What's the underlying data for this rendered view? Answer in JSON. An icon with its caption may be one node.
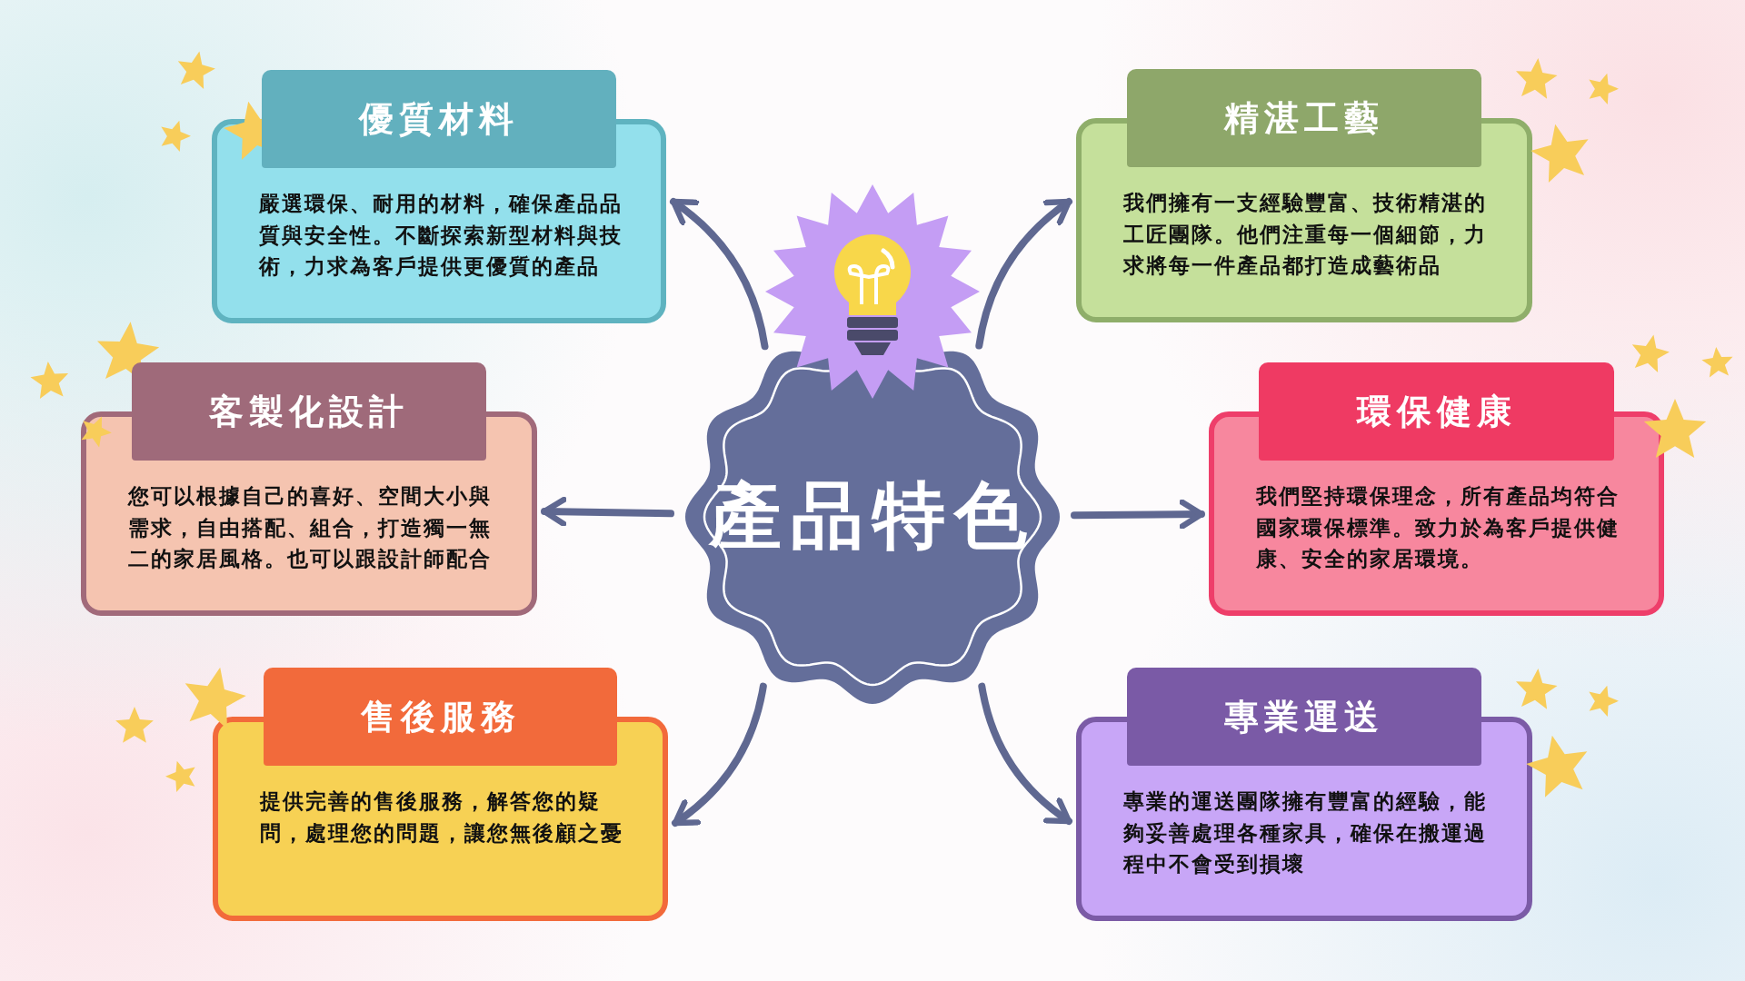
{
  "diagram": {
    "nodes": [
      {
        "text": [
          "產品特色"
        ]
      },
      {
        "text": [
          "優質材料",
          "嚴選環保、耐用的材料，確保產品品質與安全性。不斷探索新型材料與技術，力求為客戶提供更優質的產品"
        ]
      },
      {
        "text": [
          "精湛工藝",
          "我們擁有一支經驗豐富、技術精湛的工匠團隊。他們注重每一個細節，力求將每一件產品都打造成藝術品"
        ]
      },
      {
        "text": [
          "客製化設計",
          "您可以根據自己的喜好、空間大小與需求，自由搭配、組合，打造獨一無二的家居風格。也可以跟設計師配合"
        ]
      },
      {
        "text": [
          "環保健康",
          "我們堅持環保理念，所有產品均符合國家環保標準。致力於為客戶提供健康、安全的家居環境。"
        ]
      },
      {
        "text": [
          "售後服務",
          "提供完善的售後服務，解答您的疑問，處理您的問題，讓您無後顧之憂"
        ]
      },
      {
        "text": [
          "專業運送",
          "專業的運送團隊擁有豐富的經驗，能夠妥善處理各種家具，確保在搬運過程中不會受到損壞"
        ]
      }
    ],
    "edges": [
      {
        "from": 0,
        "to": 1,
        "arrow": "to"
      },
      {
        "from": 0,
        "to": 2,
        "arrow": "to"
      },
      {
        "from": 0,
        "to": 3,
        "arrow": "to"
      },
      {
        "from": 0,
        "to": 4,
        "arrow": "to"
      },
      {
        "from": 0,
        "to": 5,
        "arrow": "to"
      },
      {
        "from": 0,
        "to": 6,
        "arrow": "to"
      }
    ]
  }
}
